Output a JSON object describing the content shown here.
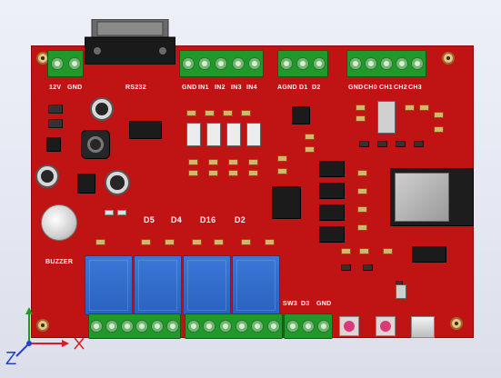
{
  "top_terminals": [
    {
      "id": "power",
      "labels": [
        "12V",
        "GND"
      ]
    },
    {
      "id": "inputs",
      "labels": [
        "GND",
        "IN1",
        "IN2",
        "IN3",
        "IN4"
      ]
    },
    {
      "id": "analog",
      "labels": [
        "AGND",
        "D1",
        "D2"
      ]
    },
    {
      "id": "channels",
      "labels": [
        "GND",
        "CH0",
        "CH1",
        "CH2",
        "CH3"
      ]
    }
  ],
  "connector_label": "RS232",
  "relay_labels": [
    "D5",
    "D4",
    "D16",
    "D2"
  ],
  "buzzer_label": "BUZZER",
  "bottom_terminal_labels": [
    "SW3",
    "D3",
    "GND"
  ],
  "axis": {
    "z_label": "Z"
  },
  "colors": {
    "pcb": "#c01414",
    "terminal": "#1f9a2a",
    "relay": "#2a62c0",
    "silk": "#ffffff"
  }
}
